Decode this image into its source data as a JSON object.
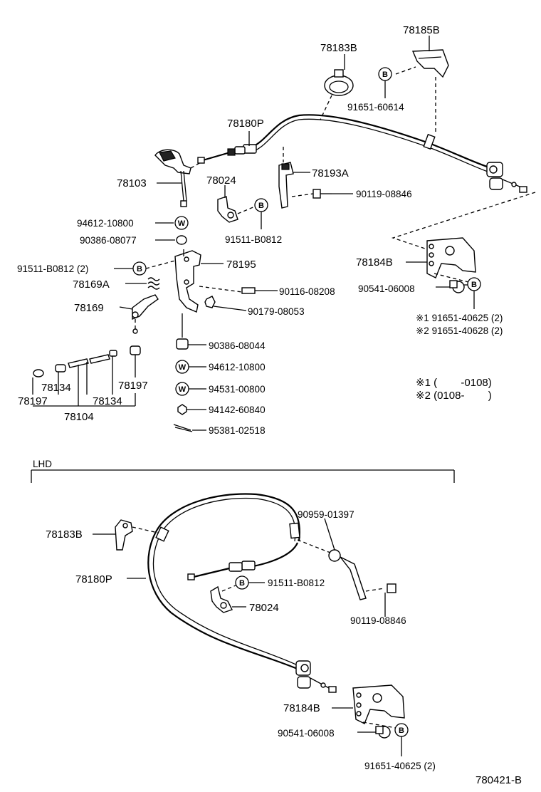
{
  "diagram_code": "780421-B",
  "section_label": "LHD",
  "tag_b": "B",
  "tag_w": "W",
  "notes": {
    "n1_part": "※1 91651-40625 (2)",
    "n2_part": "※2 91651-40628 (2)",
    "n1_range": "※1 (        -0108)",
    "n2_range": "※2 (0108-        )"
  },
  "upper_labels": {
    "p78185B": "78185B",
    "p78183B": "78183B",
    "p91651_60614": "91651-60614",
    "p78180P": "78180P",
    "p78103": "78103",
    "p78024": "78024",
    "p78193A": "78193A",
    "p90119_08846": "90119-08846",
    "p94612_10800": "94612-10800",
    "p91511_B0812": "91511-B0812",
    "p90386_08077": "90386-08077",
    "p91511_B0812_2": "91511-B0812 (2)",
    "p78195": "78195",
    "p78169A": "78169A",
    "p90116_08208": "90116-08208",
    "p78169": "78169",
    "p90179_08053": "90179-08053",
    "p78184B": "78184B",
    "p90541_06008": "90541-06008",
    "p90386_08044": "90386-08044",
    "p94612_10800b": "94612-10800",
    "p94531_00800": "94531-00800",
    "p94142_60840": "94142-60840",
    "p95381_02518": "95381-02518",
    "p78197a": "78197",
    "p78134a": "78134",
    "p78134b": "78134",
    "p78197b": "78197",
    "p78104": "78104"
  },
  "lower_labels": {
    "p90959_01397": "90959-01397",
    "p78183B": "78183B",
    "p78180P": "78180P",
    "p91511_B0812": "91511-B0812",
    "p78024": "78024",
    "p90119_08846": "90119-08846",
    "p78184B": "78184B",
    "p90541_06008": "90541-06008",
    "p91651_40625_2": "91651-40625 (2)"
  }
}
